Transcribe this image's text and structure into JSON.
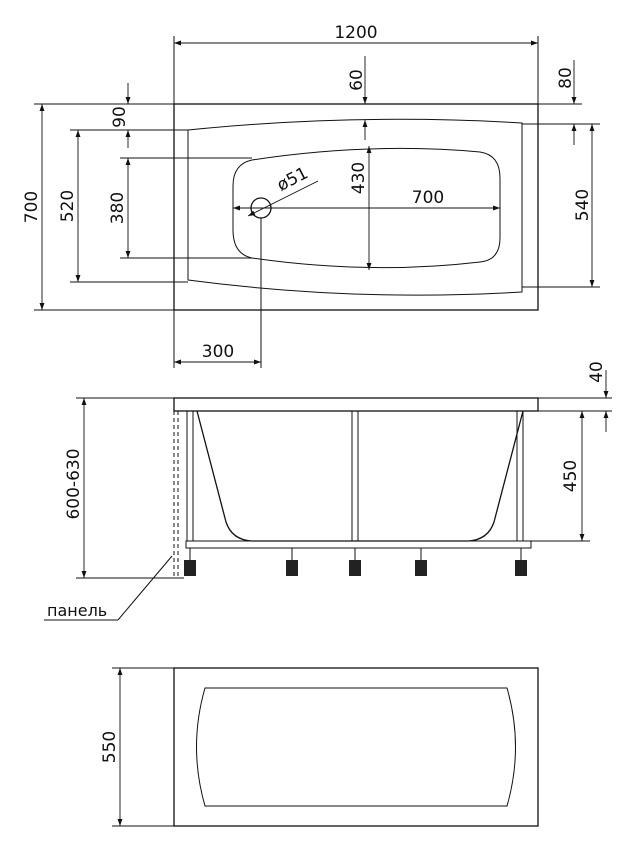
{
  "top_view": {
    "total_length": "1200",
    "rim_top": "60",
    "rim_right": "80",
    "rim_left": "90",
    "total_width": "700",
    "outer_basin_width": "520",
    "bottom_width": "380",
    "basin_depth": "430",
    "bottom_length": "700",
    "drain_diameter": "ø51",
    "inner_right_width": "540",
    "drain_offset": "300"
  },
  "side_view": {
    "rim_thickness": "40",
    "basin_height": "450",
    "total_height": "600-630",
    "panel_label": "панель"
  },
  "front_view": {
    "panel_height": "550"
  }
}
